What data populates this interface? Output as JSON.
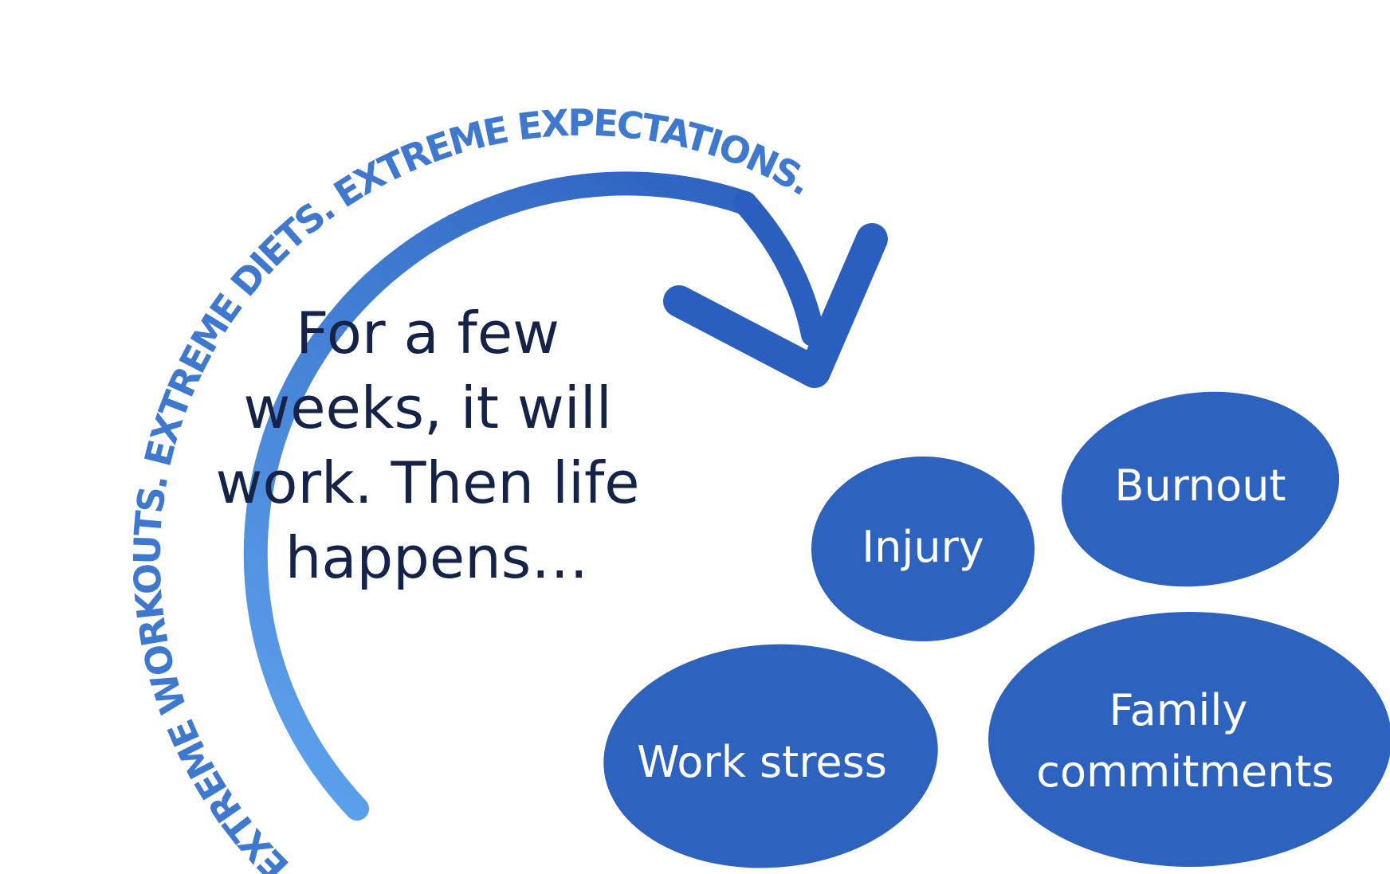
{
  "colors": {
    "arrow_start": "#5b9fea",
    "arrow_end": "#2b5fbf",
    "arc_text": "#3f78cf",
    "center_text": "#142347",
    "bubble_fill": "#2d62bf",
    "bubble_text": "#ffffff"
  },
  "arc_label": "EXTREME WORKOUTS. EXTREME DIETS. EXTREME EXPECTATIONS.",
  "center_message": {
    "lines": [
      "For a few",
      "weeks, it will",
      "work. Then life",
      "happens…"
    ]
  },
  "bubbles": {
    "injury": {
      "lines": [
        "Injury"
      ]
    },
    "burnout": {
      "lines": [
        "Burnout"
      ]
    },
    "work_stress": {
      "lines": [
        "Work stress"
      ]
    },
    "family_commitments": {
      "lines": [
        "Family",
        "commitments"
      ]
    }
  }
}
